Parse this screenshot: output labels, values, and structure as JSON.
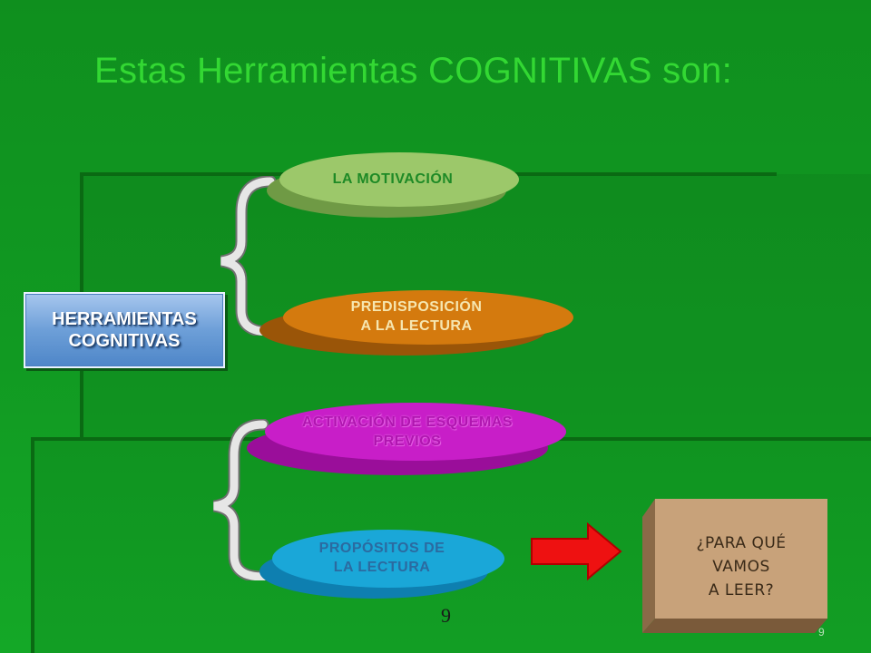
{
  "title": "Estas Herramientas COGNITIVAS son:",
  "main_box": {
    "line1": "HERRAMIENTAS",
    "line2": "COGNITIVAS"
  },
  "tools": [
    {
      "lines": [
        "LA  MOTIVACIÓN"
      ],
      "color": "#9cc86a",
      "text_color": "#1e8a26"
    },
    {
      "lines": [
        "PREDISPOSICIÓN",
        "A LA LECTURA"
      ],
      "color": "#d47a0e",
      "text_color": "#f6e6b0"
    },
    {
      "lines": [
        "ACTIVACIÓN DE ESQUEMAS",
        "PREVIOS"
      ],
      "color": "#c81ec8",
      "text_color": "#b015b0"
    },
    {
      "lines": [
        "PROPÓSITOS DE",
        "LA LECTURA"
      ],
      "color": "#1aa7d8",
      "text_color": "#2b6aa0"
    }
  ],
  "question": {
    "lines": [
      "¿PARA QUÉ",
      "VAMOS",
      "A LEER?"
    ],
    "color": "#c8a27a"
  },
  "arrow_color": "#ee1111",
  "page_number": "9",
  "page_number_small": "9"
}
